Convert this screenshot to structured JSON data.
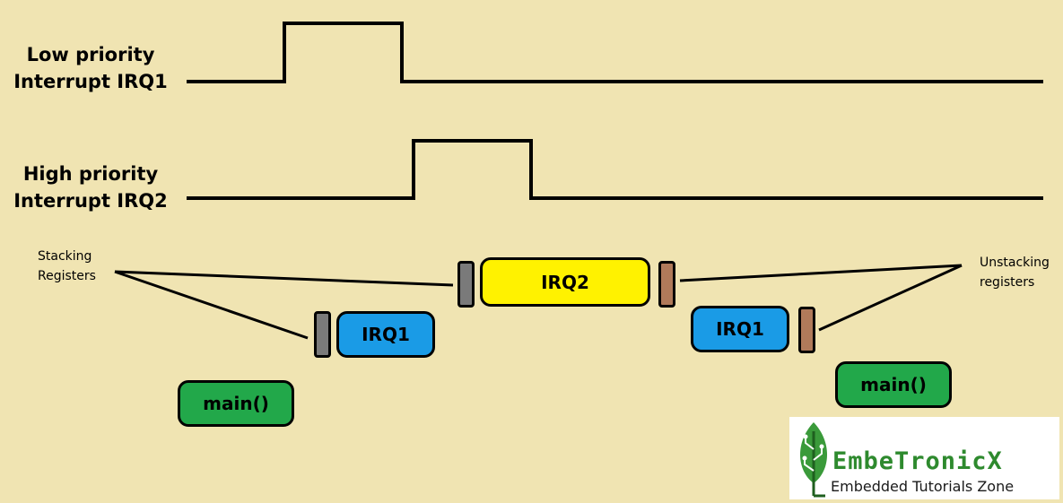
{
  "signals": {
    "irq1": {
      "line1": "Low priority",
      "line2": "Interrupt IRQ1"
    },
    "irq2": {
      "line1": "High priority",
      "line2": "Interrupt IRQ2"
    }
  },
  "notes": {
    "stacking": {
      "line1": "Stacking",
      "line2": "Registers"
    },
    "unstacking": {
      "line1": "Unstacking",
      "line2": "registers"
    }
  },
  "blocks": {
    "main_left": "main()",
    "irq1_left": "IRQ1",
    "irq2": "IRQ2",
    "irq1_right": "IRQ1",
    "main_right": "main()"
  },
  "colors": {
    "background": "#f0e4b2",
    "main": "#22a84a",
    "irq1": "#1a9be6",
    "irq2": "#fff200",
    "stacking": "#7a7a7a",
    "unstacking": "#b07a5a",
    "logo_green": "#2e8a2e"
  },
  "logo": {
    "name": "EmbeTronicX",
    "tagline": "Embedded Tutorials Zone",
    "icon": "leaf-circuit-icon"
  }
}
